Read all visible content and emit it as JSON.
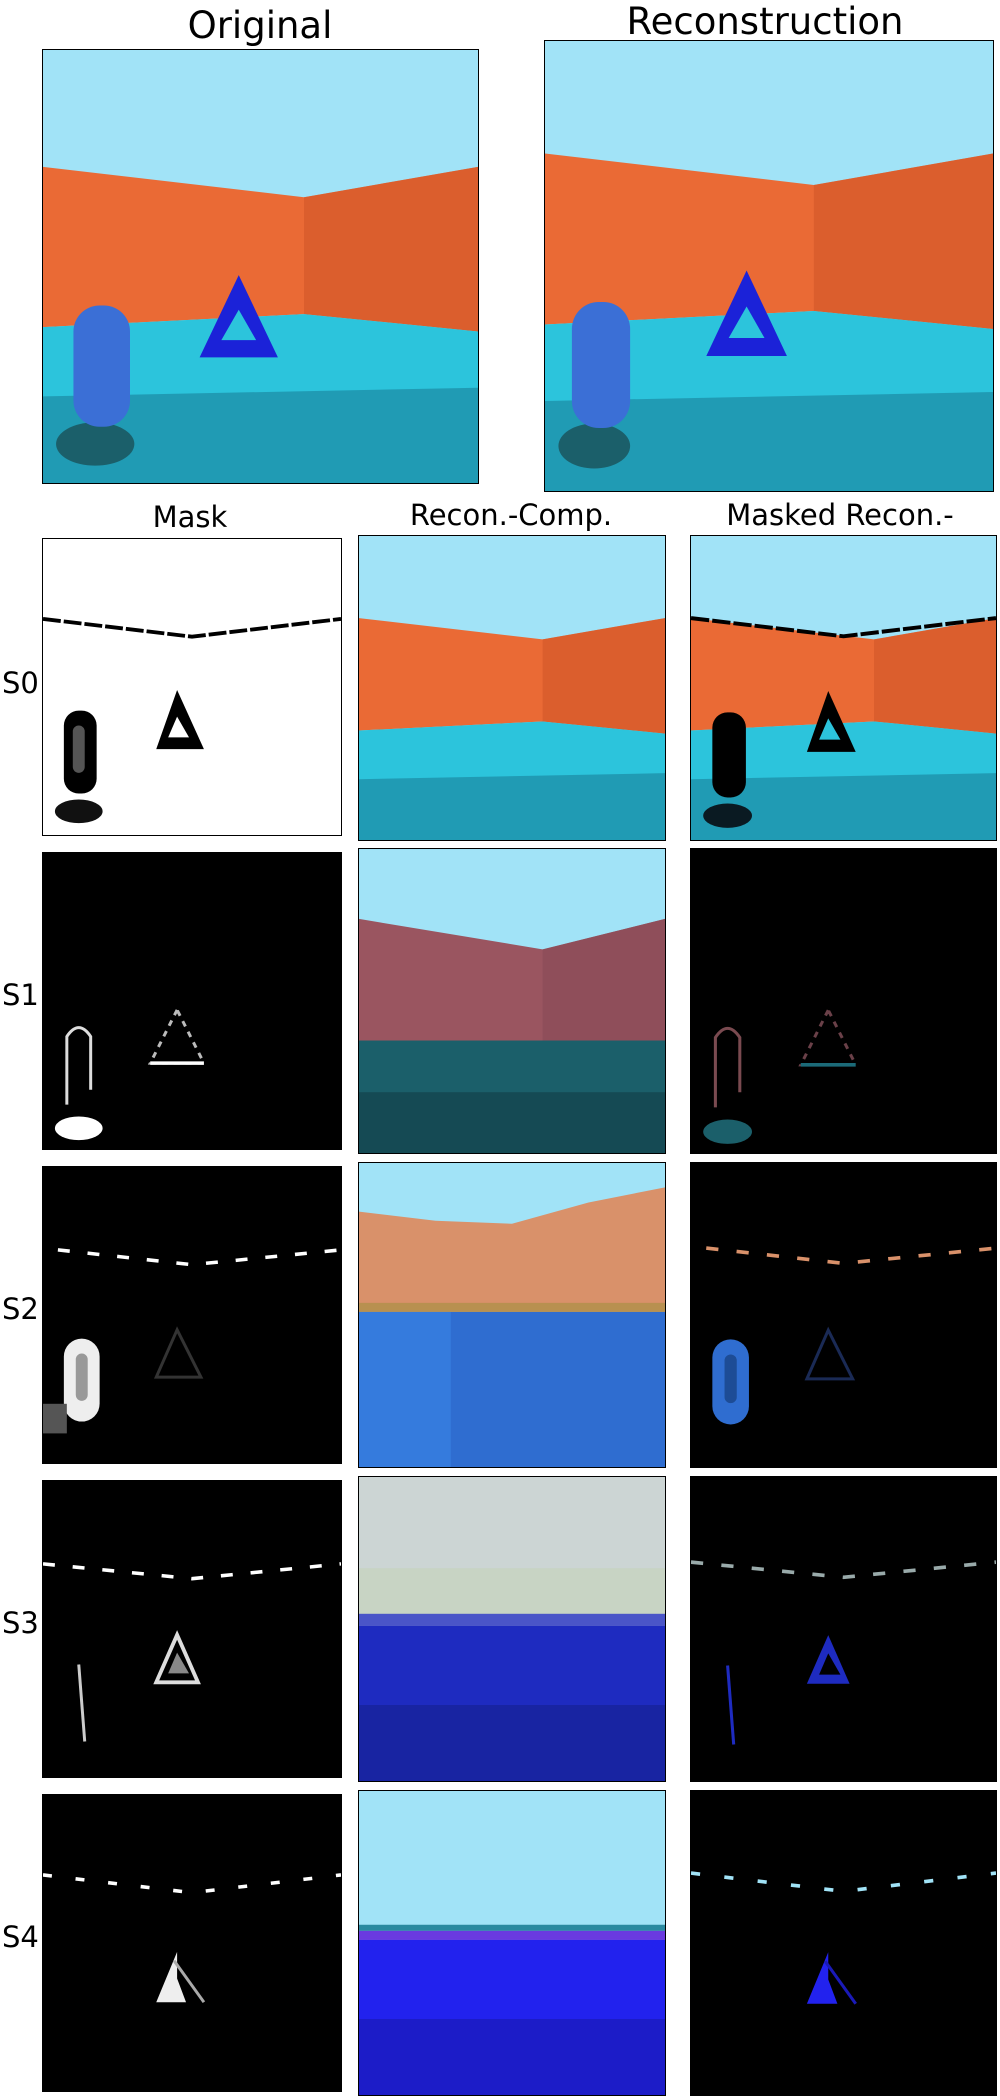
{
  "titles": {
    "original": "Original",
    "reconstruction": "Reconstruction"
  },
  "columns": {
    "mask": "Mask",
    "recon_comp": "Recon.-Comp.",
    "masked_recon_comp": "Masked Recon.-Comp."
  },
  "slots": [
    {
      "label": "S0"
    },
    {
      "label": "S1"
    },
    {
      "label": "S2"
    },
    {
      "label": "S3"
    },
    {
      "label": "S4"
    }
  ],
  "colors": {
    "sky": "#a1e3f7",
    "wall": "#ea6a35",
    "wall_dark": "#d45a2b",
    "floor": "#2cc4dc",
    "floor_dark": "#1b8aa2",
    "triangle": "#1b22d8",
    "capsule": "#3b6fd6",
    "s1_wall": "#9a5560",
    "s1_floor": "#1b5f6a",
    "s2_top": "#d9916a",
    "s2_floor": "#2f6dd0",
    "s3_top": "#c8d4c4",
    "s3_floor": "#1e2bc0",
    "s4_floor": "#2222ee"
  }
}
